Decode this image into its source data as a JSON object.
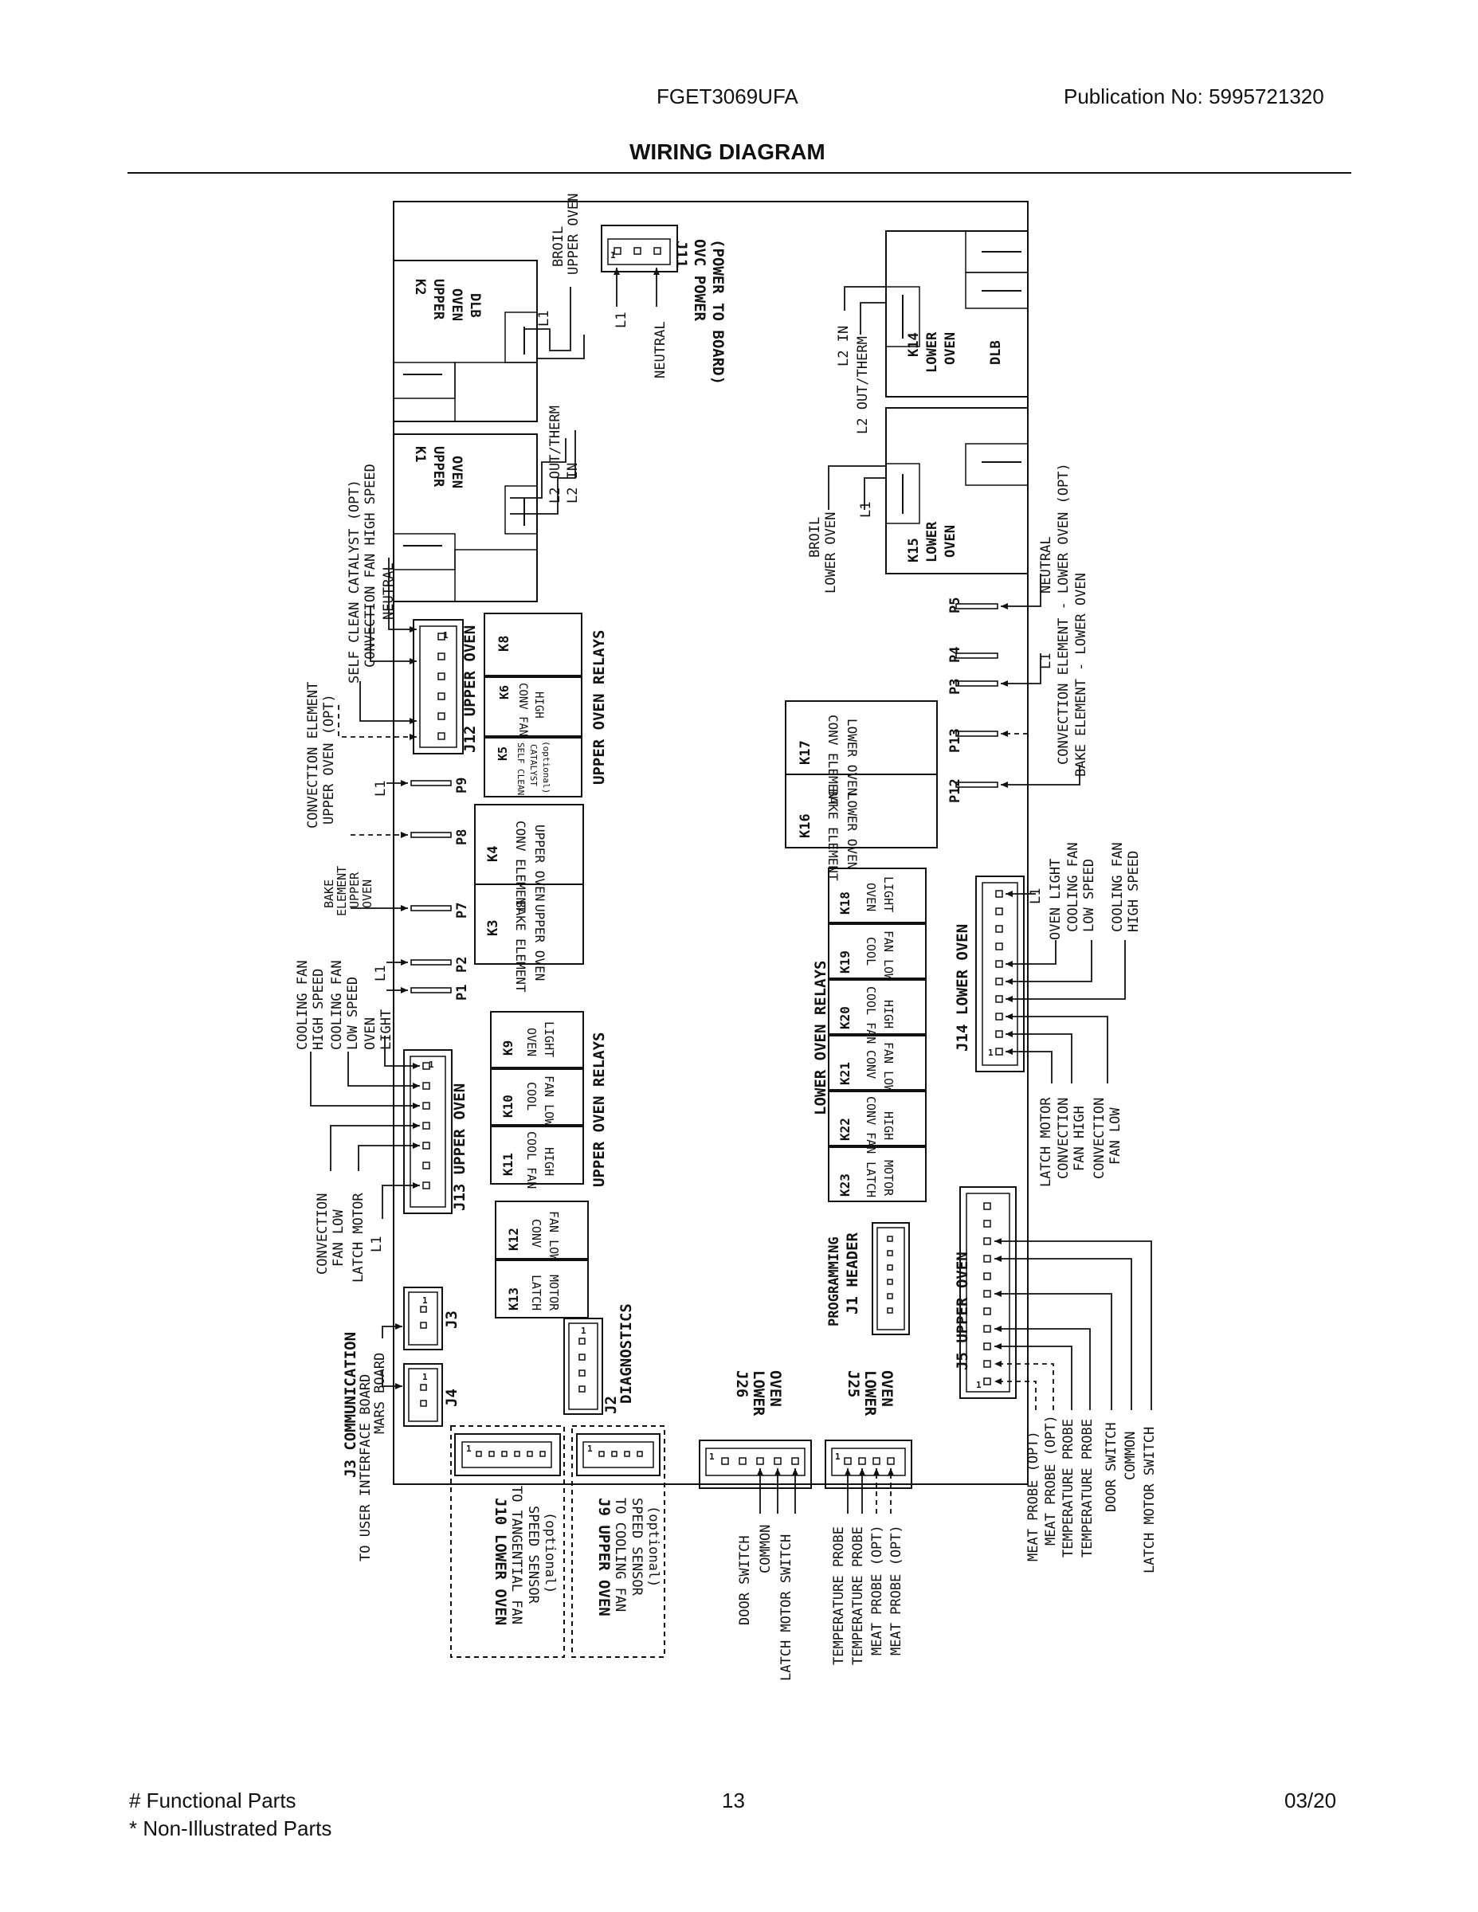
{
  "header": {
    "model": "FGET3069UFA",
    "publication": "Publication No:  5995721320",
    "title": "WIRING DIAGRAM"
  },
  "footer": {
    "note_functional": "# Functional Parts",
    "note_non_illustrated": "* Non-Illustrated Parts",
    "page": "13",
    "date": "03/20"
  },
  "relays": {
    "k2": [
      "K2",
      "UPPER",
      "OVEN",
      "DLB"
    ],
    "k1": [
      "K1",
      "UPPER",
      "OVEN"
    ],
    "k14": [
      "K14",
      "LOWER",
      "OVEN",
      "DLB"
    ],
    "k15": [
      "K15",
      "LOWER",
      "OVEN"
    ],
    "k8": "K8",
    "k6": [
      "K6",
      "CONV FAN",
      "HIGH"
    ],
    "k5": [
      "K5",
      "SELF CLEAN",
      "CATALYST",
      "(optional)"
    ],
    "k4": [
      "K4",
      "CONV ELEMENT",
      "UPPER OVEN"
    ],
    "k3": [
      "K3",
      "BAKE ELEMENT",
      "UPPER OVEN"
    ],
    "k9": [
      "K9",
      "OVEN",
      "LIGHT"
    ],
    "k10": [
      "K10",
      "COOL",
      "FAN LOW"
    ],
    "k11": [
      "K11",
      "COOL FAN",
      "HIGH"
    ],
    "k12": [
      "K12",
      "CONV",
      "FAN LOW"
    ],
    "k13": [
      "K13",
      "LATCH",
      "MOTOR"
    ],
    "k17": [
      "K17",
      "CONV ELEMENT",
      "LOWER OVEN"
    ],
    "k16": [
      "K16",
      "BAKE ELEMENT",
      "LOWER OVEN"
    ],
    "k18": [
      "K18",
      "OVEN",
      "LIGHT"
    ],
    "k19": [
      "K19",
      "COOL",
      "FAN LOW"
    ],
    "k20": [
      "K20",
      "COOL FAN",
      "HIGH"
    ],
    "k21": [
      "K21",
      "CONV",
      "FAN LOW"
    ],
    "k22": [
      "K22",
      "CONV FAN",
      "HIGH"
    ],
    "k23": [
      "K23",
      "LATCH",
      "MOTOR"
    ],
    "upper_relays_a": "UPPER OVEN RELAYS",
    "upper_relays_b": "UPPER OVEN RELAYS",
    "lower_relays": "LOWER OVEN RELAYS"
  },
  "connectors": {
    "j11": [
      "J11",
      "OVC POWER",
      "(POWER TO BOARD)"
    ],
    "j12": "J12  UPPER OVEN",
    "j13": "J13  UPPER OVEN",
    "j14": "J14  LOWER OVEN",
    "j5": "J5  UPPER OVEN",
    "j1": [
      "PROGRAMMING",
      "J1  HEADER"
    ],
    "j2": [
      "J2",
      "DIAGNOSTICS"
    ],
    "j3": "J3",
    "j4": "J4",
    "j3_comm": [
      "J3 COMMUNICATION",
      "TO USER INTERFACE BOARD",
      "MARS BOARD"
    ],
    "j26": [
      "J26",
      "LOWER",
      "OVEN"
    ],
    "j25": [
      "J25",
      "LOWER",
      "OVEN"
    ],
    "j10": [
      "J10 LOWER OVEN",
      "TO TANGENTIAL FAN",
      "SPEED SENSOR",
      "(optional)"
    ],
    "j9": [
      "J9 UPPER OVEN",
      "TO COOLING FAN",
      "SPEED SENSOR",
      "(optional)"
    ],
    "pin1": "1",
    "plugs": {
      "p9": "P9",
      "p8": "P8",
      "p7": "P7",
      "p2": "P2",
      "p1": "P1",
      "p5": "P5",
      "p4": "P4",
      "p3": "P3",
      "p13": "P13",
      "p12": "P12"
    }
  },
  "wires": {
    "broil_upper": [
      "BROIL",
      "UPPER OVEN"
    ],
    "l1": "L1",
    "neutral": "NEUTRAL",
    "l2_out_therm": "L2 OUT/THERM",
    "l2_in": "L2 IN",
    "self_clean": "SELF CLEAN CATALYST (OPT)",
    "conv_fan_high_speed": "CONVECTION FAN HIGH SPEED",
    "conv_element_upper": [
      "CONVECTION ELEMENT",
      "UPPER OVEN (OPT)"
    ],
    "bake_element_upper": [
      "BAKE",
      "ELEMENT",
      "UPPER",
      "OVEN"
    ],
    "cooling_fan_high": [
      "COOLING FAN",
      "HIGH SPEED"
    ],
    "cooling_fan_low": [
      "COOLING FAN",
      "LOW SPEED"
    ],
    "oven_light": [
      "OVEN",
      "LIGHT"
    ],
    "conv_fan_low": [
      "CONVECTION",
      "FAN LOW"
    ],
    "latch_motor": "LATCH MOTOR",
    "broil_lower": [
      "BROIL",
      "LOWER OVEN"
    ],
    "conv_element_lower": "CONVECTION ELEMENT - LOWER OVEN (OPT)",
    "bake_element_lower": "BAKE ELEMENT - LOWER OVEN",
    "j14_oven_light": "OVEN LIGHT",
    "j14_cool_low": [
      "COOLING FAN",
      "LOW SPEED"
    ],
    "j14_cool_high": [
      "COOLING FAN",
      "HIGH SPEED"
    ],
    "j14_latch": "LATCH MOTOR",
    "j14_conv_high": [
      "CONVECTION",
      "FAN HIGH"
    ],
    "j14_conv_low": [
      "CONVECTION",
      "FAN LOW"
    ],
    "j26_labels": [
      "DOOR SWITCH",
      "COMMON",
      "LATCH MOTOR SWITCH"
    ],
    "j25_labels": [
      "TEMPERATURE PROBE",
      "TEMPERATURE PROBE",
      "MEAT PROBE (OPT)",
      "MEAT PROBE (OPT)"
    ],
    "j5_labels": [
      "MEAT PROBE (OPT)",
      "MEAT PROBE (OPT)",
      "TEMPERATURE PROBE",
      "TEMPERATURE PROBE",
      "DOOR SWITCH",
      "COMMON",
      "LATCH MOTOR SWITCH"
    ]
  }
}
